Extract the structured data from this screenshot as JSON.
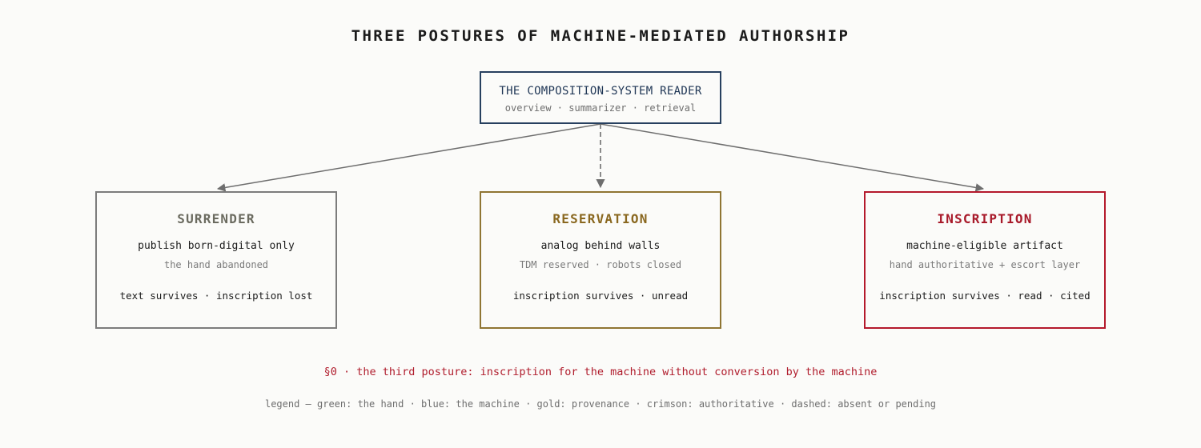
{
  "title": "THREE POSTURES OF MACHINE-MEDIATED AUTHORSHIP",
  "reader": {
    "title": "THE COMPOSITION-SYSTEM READER",
    "subtitle": "overview · summarizer · retrieval"
  },
  "postures": [
    {
      "name": "SURRENDER",
      "line1": "publish born-digital only",
      "line2": "the hand abandoned",
      "outcome": "text survives · inscription lost",
      "color": "#6b6b60"
    },
    {
      "name": "RESERVATION",
      "line1": "analog behind walls",
      "line2": "TDM reserved · robots closed",
      "outcome": "inscription survives · unread",
      "color": "#8a6820"
    },
    {
      "name": "INSCRIPTION",
      "line1": "machine-eligible artifact",
      "line2": "hand authoritative + escort layer",
      "outcome": "inscription survives · read · cited",
      "color": "#a81a2a"
    }
  ],
  "thesis": "§0 · the third posture: inscription for the machine without conversion by the machine",
  "legend": "legend — green: the hand · blue: the machine · gold: provenance · crimson: authoritative · dashed: absent or pending",
  "colors": {
    "machine": "#27405f",
    "provenance": "#8f7533",
    "authoritative": "#b4192c",
    "arrow": "#6e6e6e"
  }
}
